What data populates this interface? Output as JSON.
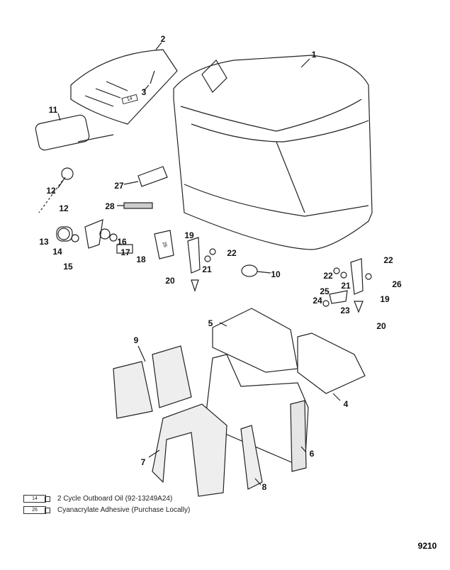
{
  "callouts": {
    "p1": "1",
    "p2": "2",
    "p3": "3",
    "p4": "4",
    "p5": "5",
    "p6": "6",
    "p7": "7",
    "p8": "8",
    "p9": "9",
    "p10": "10",
    "p11": "11",
    "p12a": "12",
    "p12b": "12",
    "p13": "13",
    "p14": "14",
    "p15": "15",
    "p16": "16",
    "p17": "17",
    "p18": "18",
    "p19a": "19",
    "p19b": "19",
    "p20a": "20",
    "p20b": "20",
    "p21a": "21",
    "p21b": "21",
    "p22a": "22",
    "p22b": "22",
    "p22c": "22",
    "p23": "23",
    "p24": "24",
    "p25": "25",
    "p26": "26",
    "p27": "27",
    "p28": "28"
  },
  "tube_labels": {
    "t14": "14",
    "t26": "26"
  },
  "legend": [
    {
      "code": "14",
      "text": "2 Cycle Outboard Oil (92-13249A24)"
    },
    {
      "code": "26",
      "text": "Cyanacrylate Adhesive (Purchase Locally)"
    }
  ],
  "figure_number": "9210"
}
